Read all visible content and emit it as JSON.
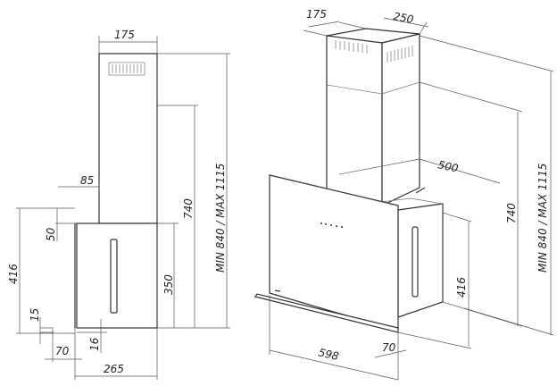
{
  "side_view": {
    "chimney_width": "175",
    "wall_offset": "85",
    "chimney_height": "740",
    "total_height": "MIN 840 / MAX 1115",
    "top_gap": "50",
    "hood_height": "416",
    "body_height": "350",
    "bottom_gap": "15",
    "glass_offset": "70",
    "glass_thickness": "16",
    "hood_depth": "265"
  },
  "iso_view": {
    "chimney_depth": "175",
    "chimney_width": "250",
    "body_width": "500",
    "chimney_height": "740",
    "total_height": "MIN 840 / MAX 1115",
    "hood_height": "416",
    "glass_offset": "70",
    "hood_width": "598"
  }
}
